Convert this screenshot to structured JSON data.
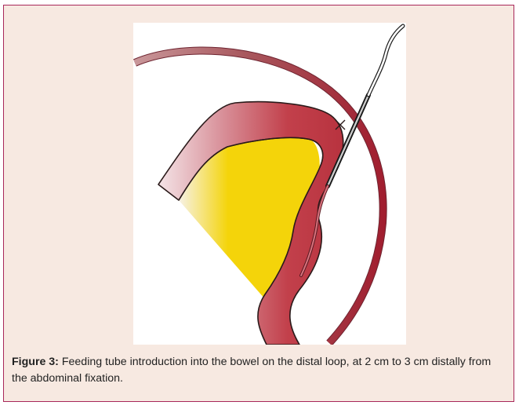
{
  "figure": {
    "label": "Figure 3:",
    "caption": " Feeding tube introduction into the bowel on the distal loop, at 2 cm to 3 cm distally from the abdominal fixation.",
    "illustration": {
      "parts": [
        "abdominal-wall",
        "mesentery",
        "bowel-loop",
        "feeding-tube",
        "needle"
      ]
    }
  },
  "colors": {
    "frame_border": "#a8275a",
    "frame_background": "#f7e9e1",
    "bowel_dark": "#b8333f",
    "bowel_light": "#e9c9cf",
    "mesentery_yellow": "#f4d40a",
    "wall_dark": "#a11e2f"
  }
}
